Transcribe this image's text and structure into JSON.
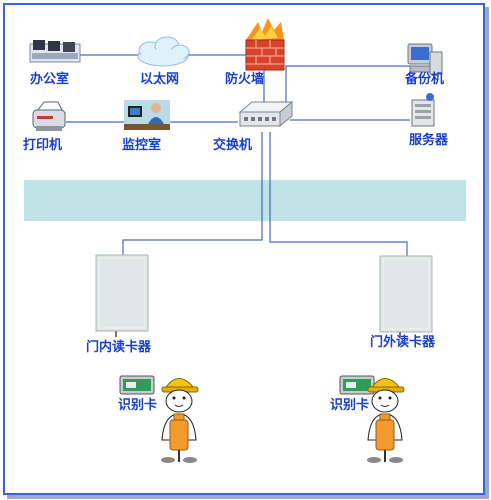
{
  "nodes": {
    "office": "办公室",
    "ethernet": "以太网",
    "firewall": "防火墙",
    "backup": "备份机",
    "printer": "打印机",
    "monitor_room": "监控室",
    "switch": "交换机",
    "server": "服务器",
    "inner_reader": "门内读卡器",
    "outer_reader": "门外读卡器",
    "card_left": "识别卡",
    "card_right": "识别卡"
  },
  "colors": {
    "label": "#1a3fc9",
    "frame": "#3b63d9",
    "band": "#bfe3e6",
    "line": "#4a67c9",
    "worker_helmet": "#f2c21b",
    "worker_tool": "#f39a2e"
  },
  "icons": [
    "office-icon",
    "cloud-icon",
    "firewall-icon",
    "backup-computer-icon",
    "printer-icon",
    "monitor-room-icon",
    "switch-icon",
    "server-icon",
    "card-reader-icon",
    "id-card-icon",
    "worker-icon"
  ]
}
